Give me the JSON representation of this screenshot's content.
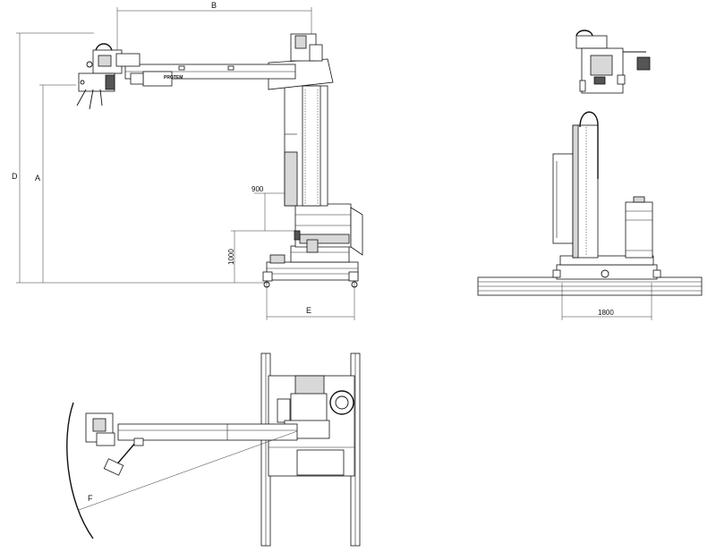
{
  "drawing": {
    "side_view": {
      "dimensions": {
        "b": "B",
        "d": "D",
        "a": "A",
        "e": "E",
        "h900": "900",
        "h1000": "1000"
      },
      "brand_plate": "PROTEM"
    },
    "front_view": {
      "dimensions": {
        "track_width": "1800"
      }
    },
    "top_view": {
      "dimensions": {
        "f": "F"
      }
    }
  }
}
